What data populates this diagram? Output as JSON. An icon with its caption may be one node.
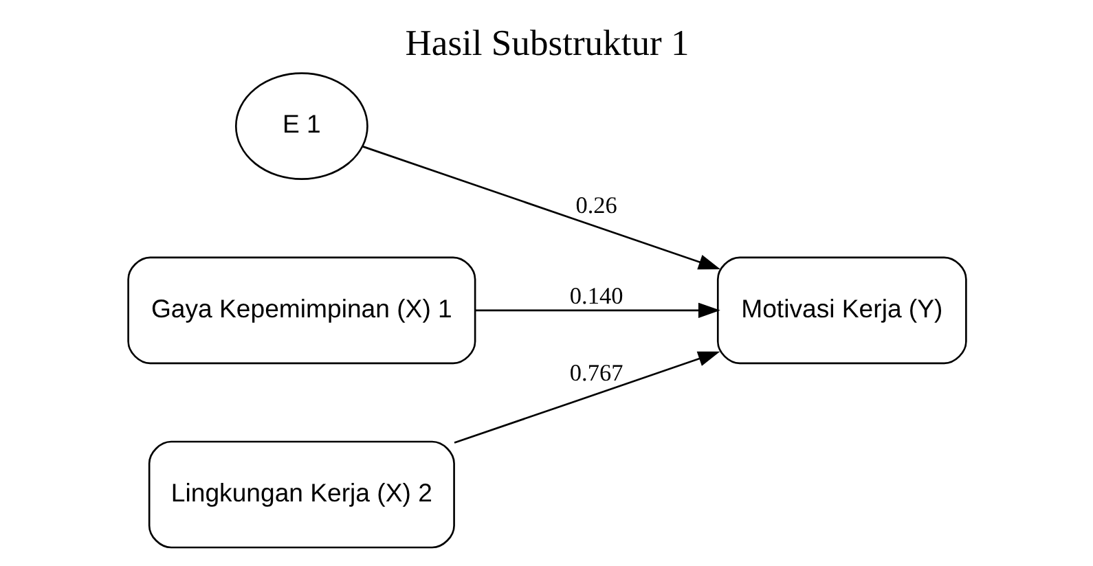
{
  "diagram": {
    "title": "Hasil Substruktur 1",
    "nodes": [
      {
        "text": [
          "E 1"
        ]
      },
      {
        "text": [
          "Gaya Kepemimpinan (X) 1"
        ]
      },
      {
        "text": [
          "Lingkungan Kerja (X) 2"
        ]
      },
      {
        "text": [
          "Motivasi Kerja (Y)"
        ]
      }
    ],
    "edges": [
      {
        "from": 1,
        "to": 3,
        "arrow": "to",
        "label": "0.140"
      },
      {
        "from": 2,
        "to": 3,
        "arrow": "to",
        "label": "0.767"
      },
      {
        "from": 0,
        "to": 3,
        "arrow": "to",
        "label": "0.26"
      }
    ]
  }
}
